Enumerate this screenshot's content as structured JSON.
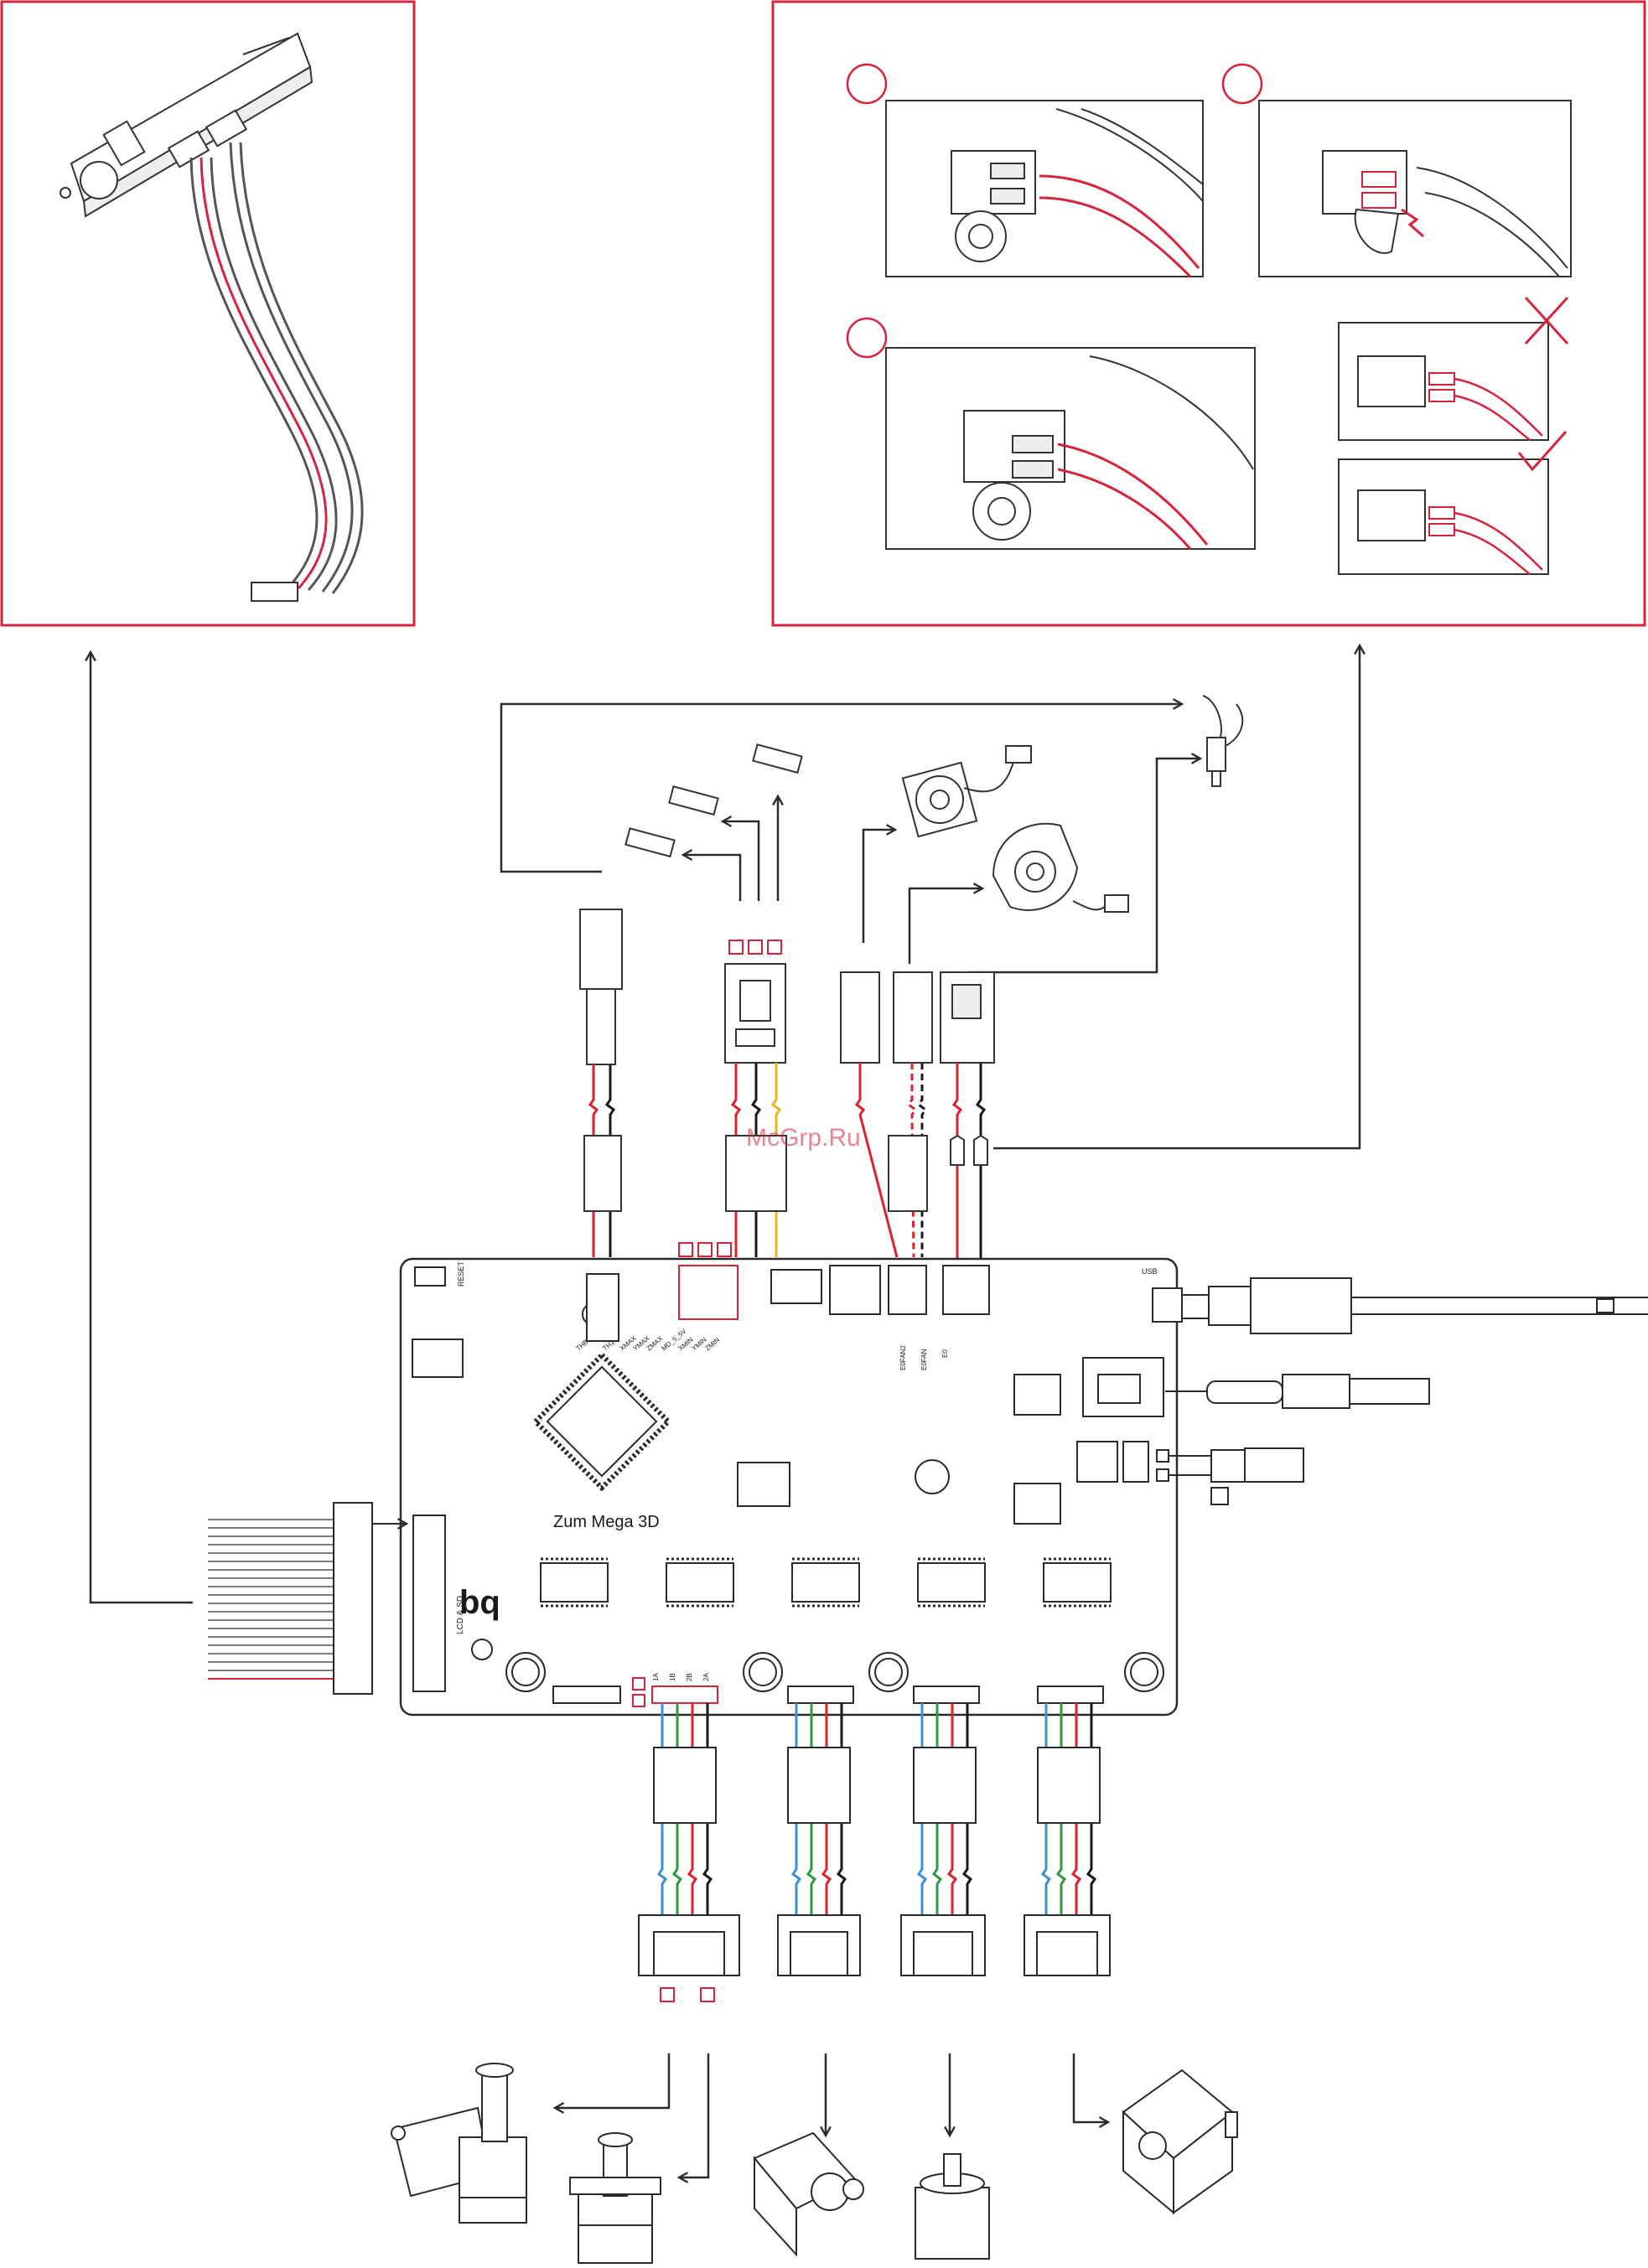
{
  "board": {
    "name": "Zum Mega 3D",
    "logo": "bq",
    "reset_label": "RESET",
    "usb_label": "USB",
    "lcd_label": "LCD & SD",
    "endstop_labels": [
      "THB",
      "TH1",
      "XMAX",
      "YMAX",
      "ZMAX",
      "MD_5_5V",
      "XMIN",
      "YMIN",
      "ZMIN"
    ],
    "fan_labels": [
      "E0FAN2",
      "E0FAN",
      "E0"
    ],
    "motor_pin_labels": [
      "1A",
      "1B",
      "2B",
      "2A"
    ]
  },
  "watermark": "McGrp.Ru",
  "colors": {
    "accent": "#d8233c",
    "wire_red": "#e0202e",
    "wire_black": "#1a1a1a",
    "wire_blue": "#3d8fd6",
    "wire_green": "#2e9a44",
    "wire_yellow": "#f2b01e",
    "line": "#2a2a2a"
  }
}
